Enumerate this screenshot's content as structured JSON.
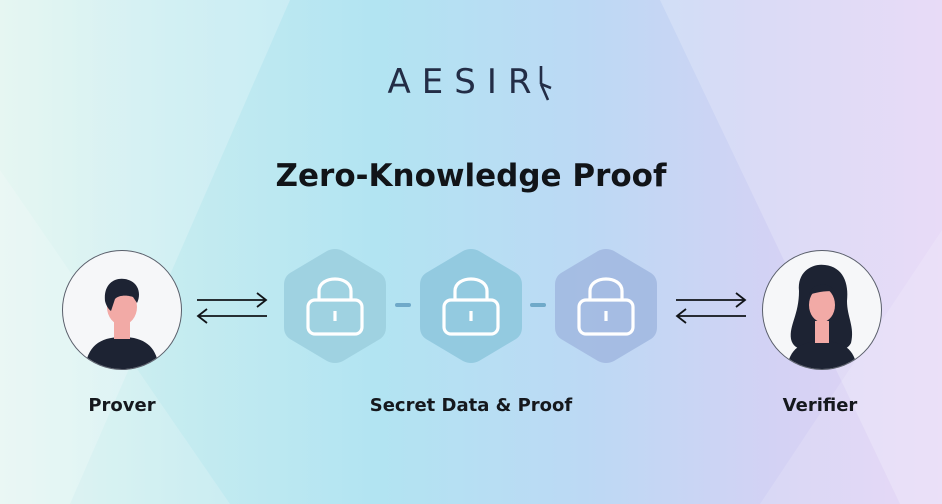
{
  "logo": {
    "text": "AESIR"
  },
  "title": "Zero-Knowledge Proof",
  "nodes": {
    "prover": {
      "label": "Prover"
    },
    "secret": {
      "label": "Secret Data & Proof"
    },
    "verifier": {
      "label": "Verifier"
    }
  },
  "icons": [
    "person-male-icon",
    "two-way-arrows-icon",
    "lock-icon",
    "lock-icon",
    "lock-icon",
    "two-way-arrows-icon",
    "person-female-icon"
  ],
  "colors": {
    "hex_fill_1": "#9ccfdf",
    "hex_fill_2": "#8fc8de",
    "hex_fill_3": "#a2b9e1",
    "lock_stroke": "#ffffff",
    "text_dark": "#111418",
    "logo_color": "#232d46"
  }
}
